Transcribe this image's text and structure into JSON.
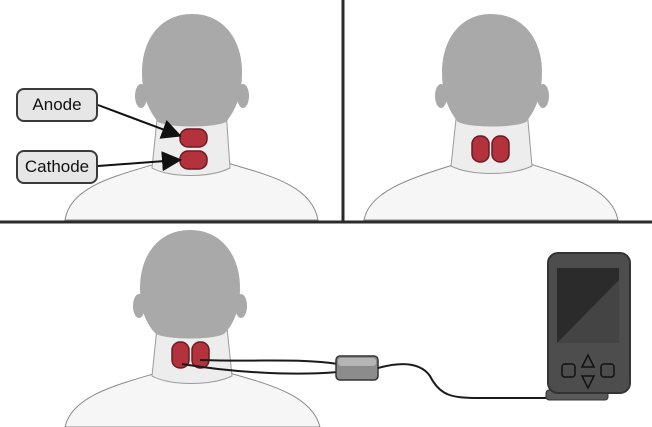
{
  "labels": {
    "anode": "Anode",
    "cathode": "Cathode"
  },
  "colors": {
    "background": "#ffffff",
    "divider": "#2b2b2b",
    "head": "#a9a9a9",
    "neck": "#ededed",
    "shoulders": "#f6f6f6",
    "outline": "#8a8a8a",
    "electrode": "#b3323c",
    "electrode_outline": "#6e1a22",
    "device_body": "#4d4d4d",
    "device_screen": "#2b2b2b",
    "cable": "#1a1a1a",
    "connector": "#8c8c8c"
  },
  "panels": [
    {
      "name": "labelled-electrode-placement",
      "shows": [
        "anode",
        "cathode"
      ]
    },
    {
      "name": "side-by-side-electrode-placement"
    },
    {
      "name": "electrodes-connected-to-stimulator"
    }
  ],
  "icons": [
    "up-arrow-icon",
    "down-arrow-icon",
    "left-button-icon",
    "right-button-icon"
  ]
}
